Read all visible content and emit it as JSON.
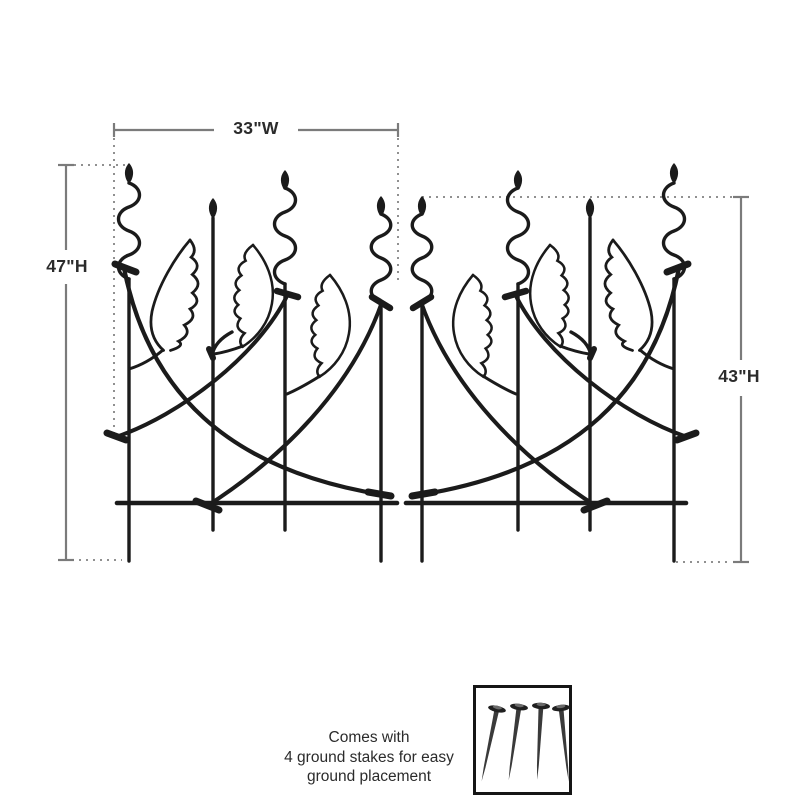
{
  "diagram": {
    "width_label": "33\"W",
    "left_height_label": "47\"H",
    "right_height_label": "43\"H",
    "caption": "Comes with\n4 ground stakes for easy\nground placement",
    "panel_count": 2,
    "stake_count": 4,
    "colors": {
      "line_art": "#1b1b1b",
      "dimension_lines": "#7b7b7b",
      "dotted_lines": "#909090",
      "text": "#2b2b2b",
      "stake_metal": "#3a3a3a",
      "background": "#ffffff"
    }
  }
}
